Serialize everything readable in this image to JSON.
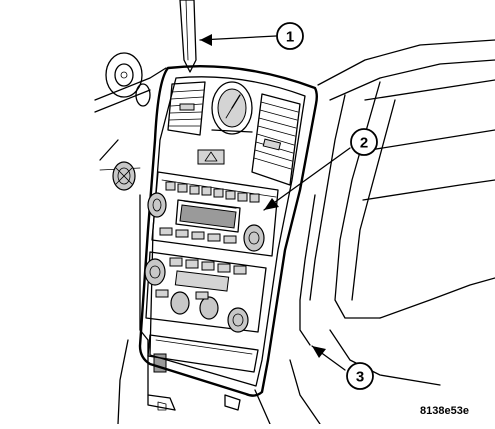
{
  "diagram": {
    "callouts": [
      {
        "number": "1",
        "points_to": "trim-removal-tool"
      },
      {
        "number": "2",
        "points_to": "center-bezel"
      },
      {
        "number": "3",
        "points_to": "instrument-panel"
      }
    ],
    "reference_code": "8138e53e"
  }
}
